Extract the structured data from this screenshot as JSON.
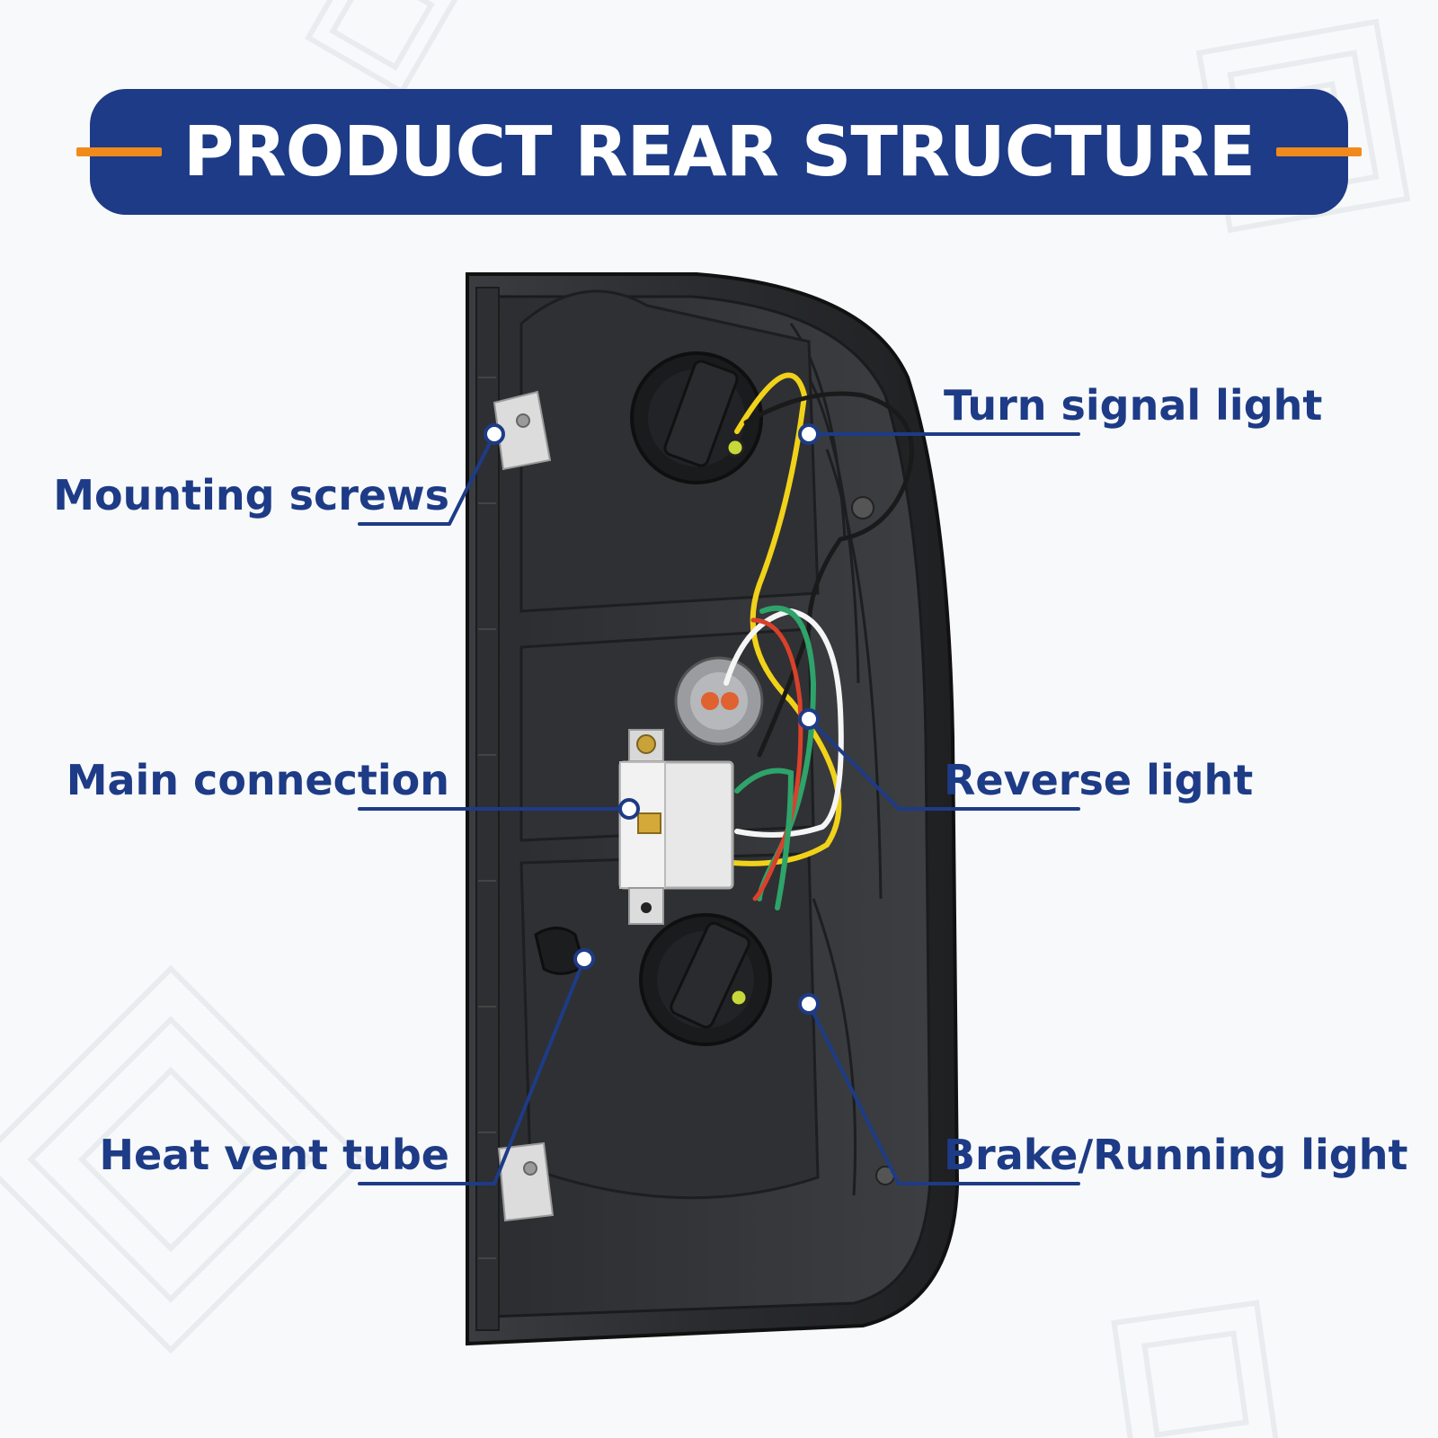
{
  "title": "PRODUCT REAR STRUCTURE",
  "colors": {
    "banner": "#1d3b86",
    "accent": "#f08a1c",
    "label_text": "#1d3b86",
    "background": "#f8f9fa"
  },
  "labels": {
    "mounting_screws": "Mounting screws",
    "main_connection": "Main connection",
    "heat_vent_tube": "Heat vent tube",
    "turn_signal_light": "Turn signal light",
    "reverse_light": "Reverse light",
    "brake_running_light": "Brake/Running light"
  }
}
